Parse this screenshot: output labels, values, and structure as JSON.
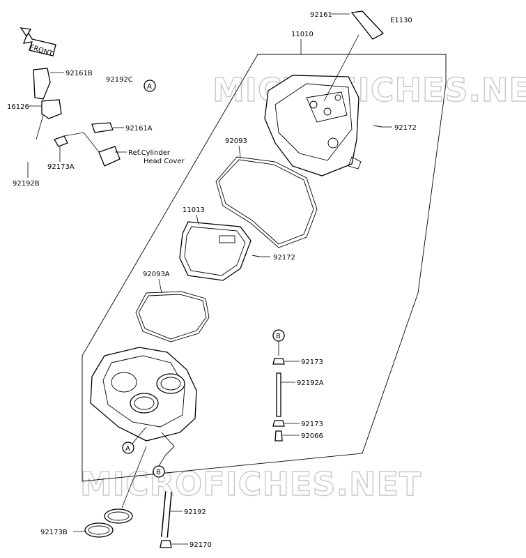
{
  "diagram_code": "E1130",
  "watermark": "MICROFICHES.NET",
  "front_indicator": "FRONT",
  "callouts": {
    "A": "A",
    "B": "B"
  },
  "part_labels": {
    "p92161": "92161",
    "p11010": "11010",
    "p92161B": "92161B",
    "p92192C": "92192C",
    "p16126": "16126",
    "p92161A": "92161A",
    "p92173A": "92173A",
    "p92192B": "92192B",
    "ref_line1": "Ref.Cylinder",
    "ref_line2": "Head Cover",
    "p92172_top": "92172",
    "p92093": "92093",
    "p11013": "11013",
    "p92172_mid": "92172",
    "p92093A": "92093A",
    "p92173_b1": "92173",
    "p92192A": "92192A",
    "p92173_b2": "92173",
    "p92066": "92066",
    "p92192": "92192",
    "p92173B": "92173B",
    "p92170": "92170"
  }
}
